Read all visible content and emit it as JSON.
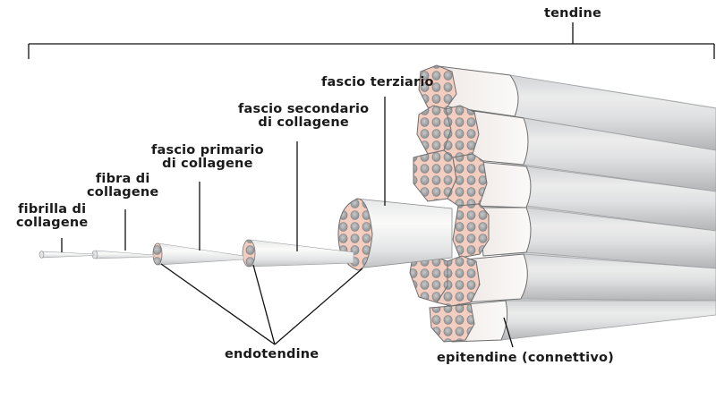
{
  "labels": {
    "tendine": "tendine",
    "fibrilla": [
      "fibrilla di",
      "collagene"
    ],
    "fibra": [
      "fibra di",
      "collagene"
    ],
    "fascio_primario": [
      "fascio primario",
      "di collagene"
    ],
    "fascio_secondario": [
      "fascio secondario",
      "di collagene"
    ],
    "fascio_terziario": "fascio terziario",
    "endotendine": "endotendine",
    "epitendine": "epitendine (connettivo)"
  },
  "colors": {
    "fiber_light": "#f2f2f0",
    "fiber_shadow": "#c9cbcd",
    "tendon_body": "#d9dbdd",
    "cross_section": "#f3cdbf",
    "fibril_dot": "#9a9c9e",
    "outline": "#6e6e6e",
    "text": "#1a1a1a"
  }
}
